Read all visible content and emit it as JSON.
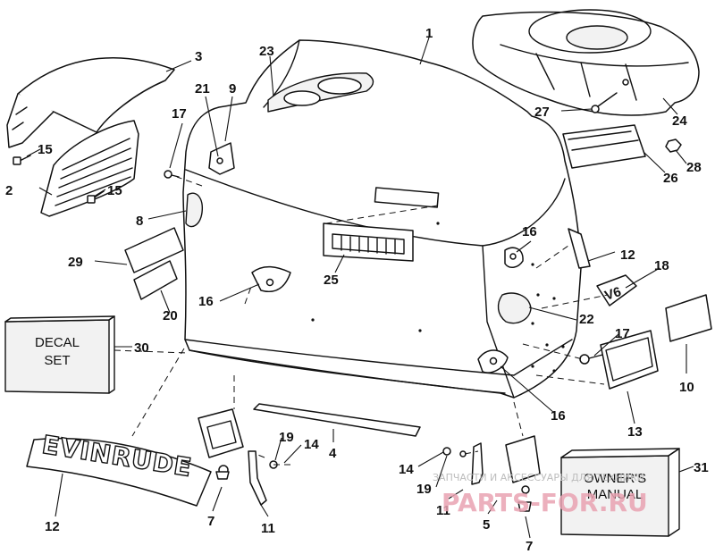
{
  "diagram": {
    "callouts": [
      {
        "id": "c1",
        "text": "1"
      },
      {
        "id": "c2",
        "text": "2"
      },
      {
        "id": "c3",
        "text": "3"
      },
      {
        "id": "c4",
        "text": "4"
      },
      {
        "id": "c5",
        "text": "5"
      },
      {
        "id": "c7a",
        "text": "7"
      },
      {
        "id": "c7b",
        "text": "7"
      },
      {
        "id": "c8",
        "text": "8"
      },
      {
        "id": "c9",
        "text": "9"
      },
      {
        "id": "c10",
        "text": "10"
      },
      {
        "id": "c11a",
        "text": "11"
      },
      {
        "id": "c11b",
        "text": "11"
      },
      {
        "id": "c12a",
        "text": "12"
      },
      {
        "id": "c12b",
        "text": "12"
      },
      {
        "id": "c13",
        "text": "13"
      },
      {
        "id": "c14a",
        "text": "14"
      },
      {
        "id": "c14b",
        "text": "14"
      },
      {
        "id": "c15a",
        "text": "15"
      },
      {
        "id": "c15b",
        "text": "15"
      },
      {
        "id": "c16a",
        "text": "16"
      },
      {
        "id": "c16b",
        "text": "16"
      },
      {
        "id": "c16c",
        "text": "16"
      },
      {
        "id": "c17a",
        "text": "17"
      },
      {
        "id": "c17b",
        "text": "17"
      },
      {
        "id": "c18",
        "text": "18"
      },
      {
        "id": "c19a",
        "text": "19"
      },
      {
        "id": "c19b",
        "text": "19"
      },
      {
        "id": "c20",
        "text": "20"
      },
      {
        "id": "c21",
        "text": "21"
      },
      {
        "id": "c22",
        "text": "22"
      },
      {
        "id": "c23",
        "text": "23"
      },
      {
        "id": "c24",
        "text": "24"
      },
      {
        "id": "c25",
        "text": "25"
      },
      {
        "id": "c26",
        "text": "26"
      },
      {
        "id": "c27",
        "text": "27"
      },
      {
        "id": "c28",
        "text": "28"
      },
      {
        "id": "c29",
        "text": "29"
      },
      {
        "id": "c30",
        "text": "30"
      },
      {
        "id": "c31",
        "text": "31"
      }
    ],
    "decal_set": {
      "line1": "DECAL",
      "line2": "SET"
    },
    "owners_manual": {
      "line1": "OWNER'S",
      "line2": "MANUAL"
    },
    "emblem_text": "EVINRUDE",
    "v6_badge": "V6",
    "watermark": {
      "line1": "ЗАПЧАСТИ И АКСЕССУАРЫ ДЛЯ ТЕХНИКИ",
      "line2": "PARTS-FOR.RU"
    }
  }
}
